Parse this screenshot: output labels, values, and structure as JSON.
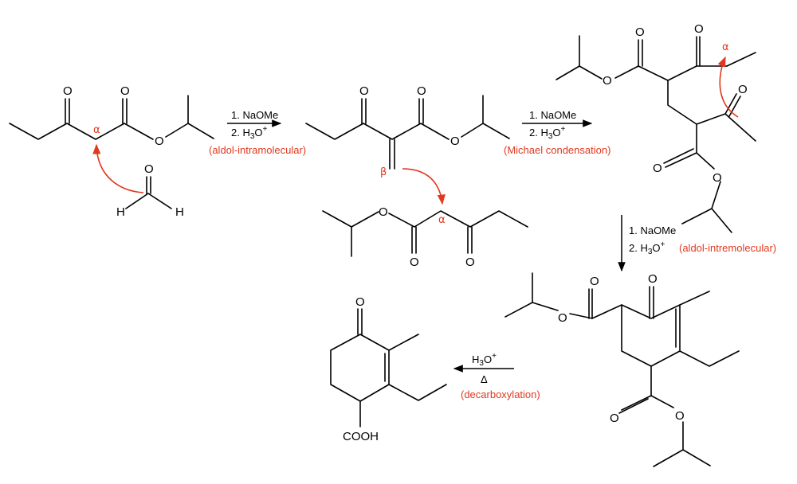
{
  "atoms": {
    "oxygen": "O",
    "hydrogen": "H",
    "carboxylic_acid": "COOH"
  },
  "greek": {
    "alpha": "α",
    "beta": "β"
  },
  "steps": {
    "step1": {
      "line1": "1. NaOMe",
      "line2_prefix": "2. H",
      "line2_sub": "3",
      "line2_suffix": "O",
      "line2_sup": "+",
      "name": "(aldol-intramolecular)"
    },
    "step2": {
      "line1": "1. NaOMe",
      "line2_prefix": "2. H",
      "line2_sub": "3",
      "line2_suffix": "O",
      "line2_sup": "+",
      "name": "(Michael condensation)"
    },
    "step3": {
      "line1": "1. NaOMe",
      "line2_prefix": "2. H",
      "line2_sub": "3",
      "line2_suffix": "O",
      "line2_sup": "+",
      "name": "(aldol-intremolecular)"
    },
    "step4": {
      "line1_prefix": "H",
      "line1_sub": "3",
      "line1_suffix": "O",
      "line1_sup": "+",
      "line2": "Δ",
      "name": "(decarboxylation)"
    }
  },
  "colors": {
    "bond": "#000000",
    "annotation": "#e0391f"
  }
}
